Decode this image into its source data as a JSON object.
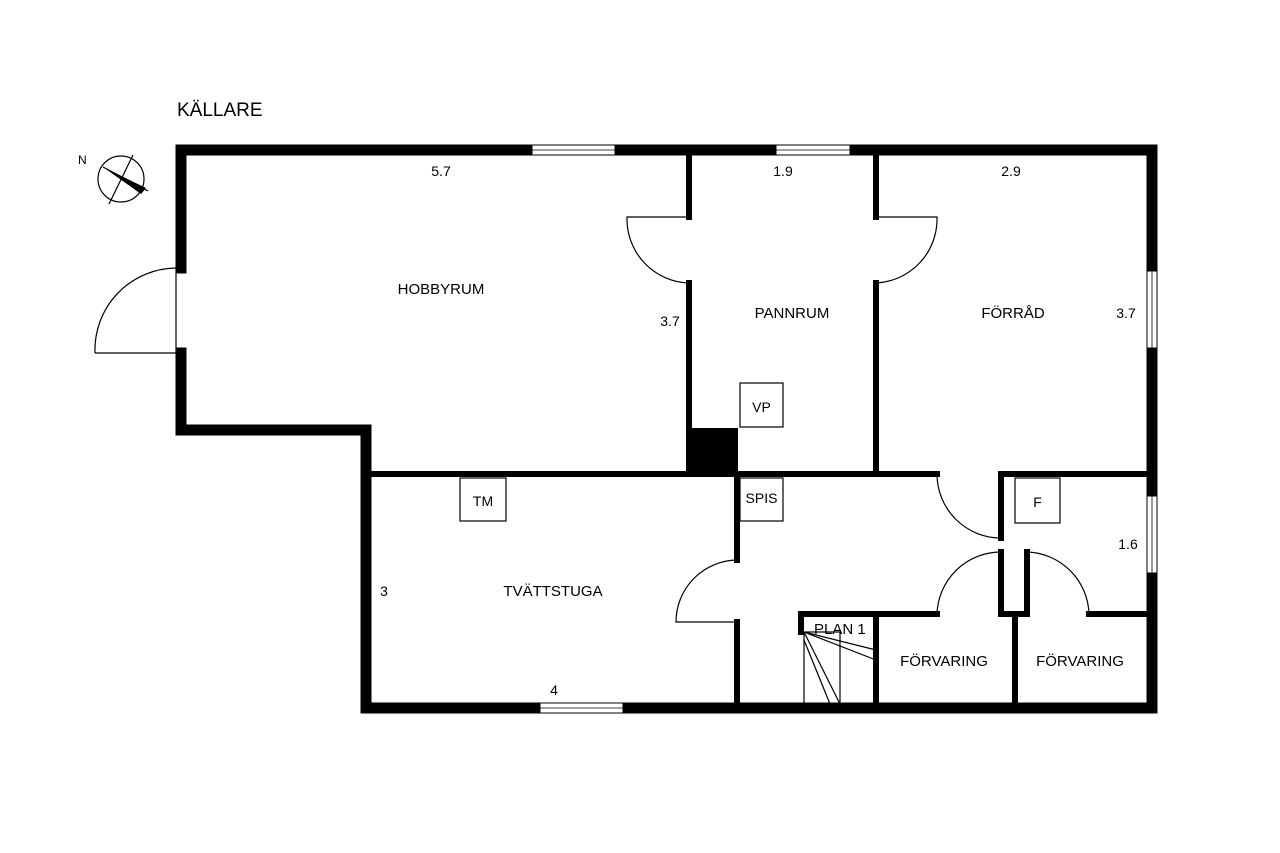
{
  "floor": {
    "title": "KÄLLARE",
    "compass_label": "N"
  },
  "rooms": {
    "hobbyrum": "HOBBYRUM",
    "pannrum": "PANNRUM",
    "forrad": "FÖRRÅD",
    "tvattstuga": "TVÄTTSTUGA",
    "forvaring_1": "FÖRVARING",
    "forvaring_2": "FÖRVARING",
    "plan": "PLAN 1"
  },
  "dimensions": {
    "hobbyrum_width": "5.7",
    "hobbyrum_depth": "3.7",
    "pannrum_width": "1.9",
    "forrad_width": "2.9",
    "forrad_depth": "3.7",
    "tvattstuga_depth": "3",
    "tvattstuga_width": "4",
    "small_room_depth": "1.6"
  },
  "fixtures": {
    "vp": "VP",
    "tm": "TM",
    "spis": "SPIS",
    "f": "F"
  },
  "colors": {
    "wall": "#000000",
    "background": "#ffffff"
  }
}
